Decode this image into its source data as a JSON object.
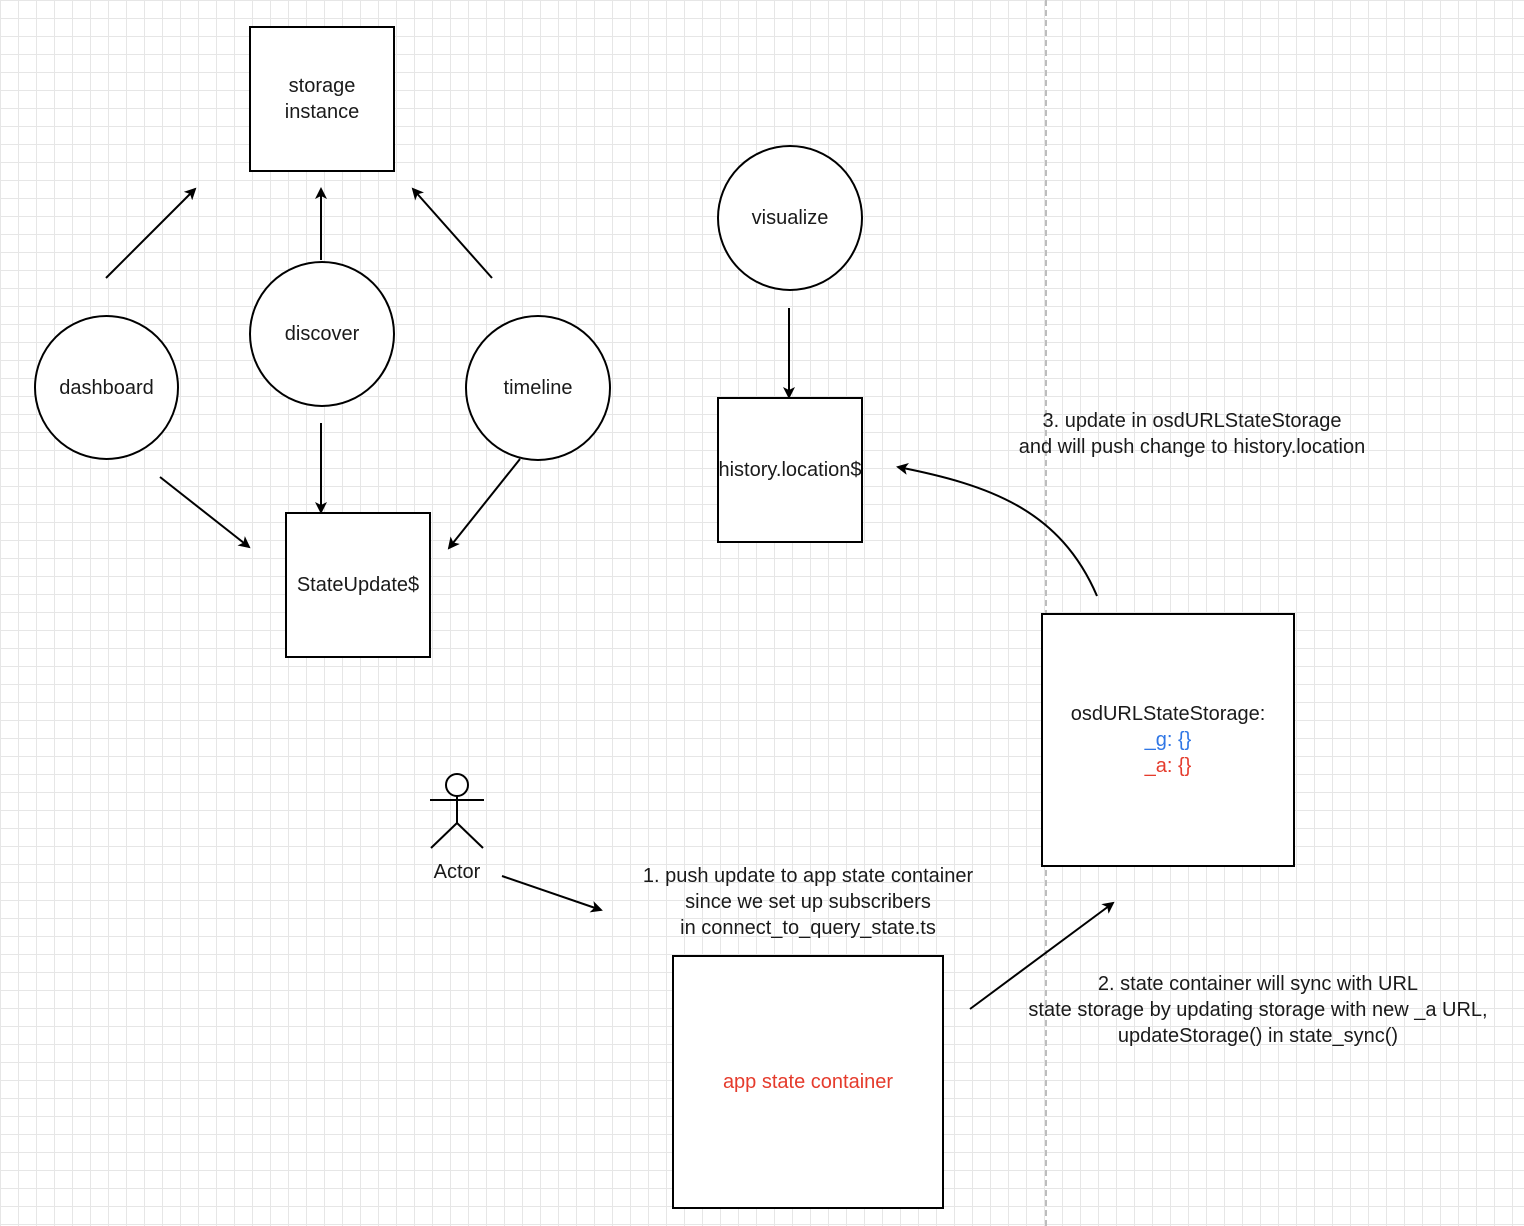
{
  "nodes": {
    "storage_instance": "storage\ninstance",
    "dashboard": "dashboard",
    "discover": "discover",
    "timeline": "timeline",
    "state_update": "StateUpdate$",
    "visualize": "visualize",
    "history_location": "history.location$",
    "osd_url_state_storage": {
      "title": "osdURLStateStorage:",
      "g_line": "_g: {}",
      "a_line": "_a: {}"
    },
    "app_state_container": "app state container"
  },
  "actor": {
    "label": "Actor"
  },
  "annotations": {
    "step1": "1. push update to app state container\nsince we set up subscribers\nin connect_to_query_state.ts",
    "step2": "2. state container will sync with URL\nstate storage by updating storage with new _a URL,\nupdateStorage() in state_sync()",
    "step3": "3. update in osdURLStateStorage\nand will push change to history.location"
  },
  "colors": {
    "g_line": "#2f76e5",
    "a_line": "#e53b2c",
    "app_state_container_text": "#e53b2c",
    "stroke": "#000000",
    "grid": "#e6e6e6"
  }
}
